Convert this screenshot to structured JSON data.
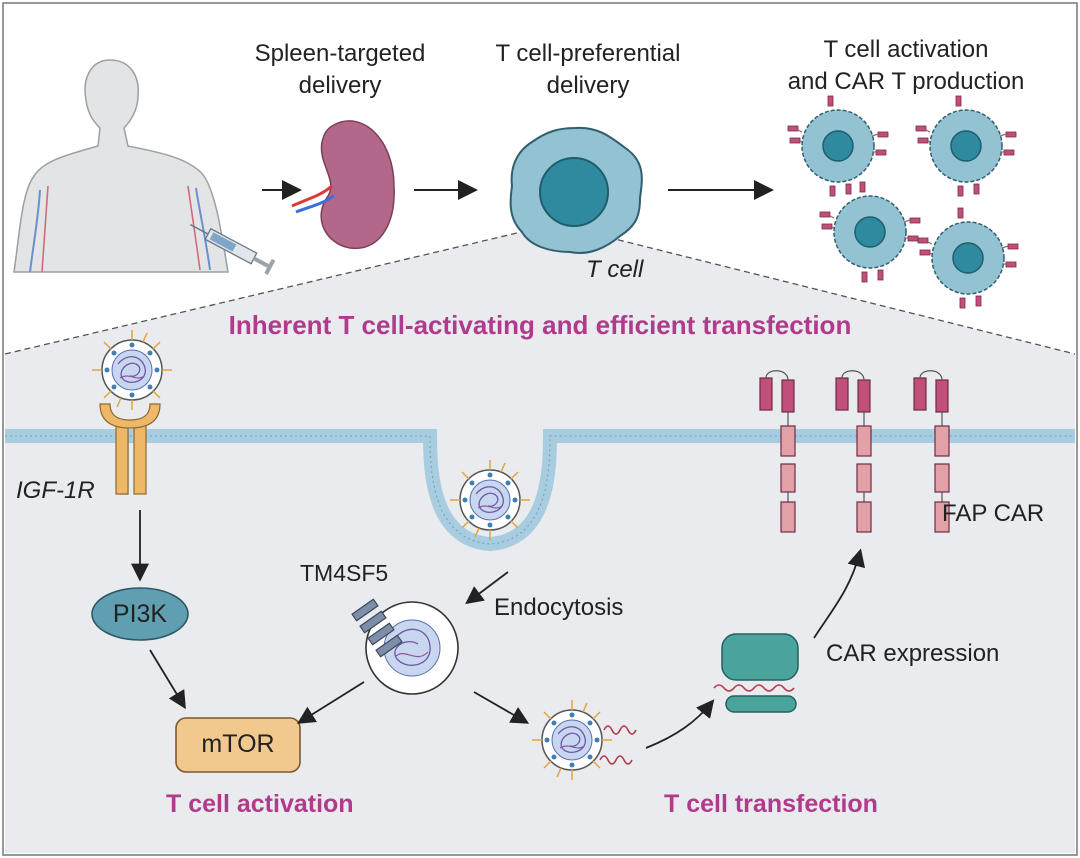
{
  "top_steps": {
    "spleen_line1": "Spleen-targeted",
    "spleen_line2": "delivery",
    "tcell_line1": "T cell-preferential",
    "tcell_line2": "delivery",
    "car_line1": "T cell activation",
    "car_line2": "and CAR T production",
    "tcell_label": "T cell"
  },
  "banner": "Inherent T cell-activating and efficient transfection",
  "mechanism": {
    "receptor": "IGF-1R",
    "pi3k": "PI3K",
    "mtor": "mTOR",
    "tm4sf5": "TM4SF5",
    "endocytosis": "Endocytosis",
    "car_expression": "CAR expression",
    "fap_car": "FAP CAR",
    "activation_title": "T cell activation",
    "transfection_title": "T cell transfection"
  },
  "colors": {
    "panel_bg": "#e9ebee",
    "membrane": "#a8cde0",
    "cell_body": "#93c3d3",
    "nucleus": "#2f8a9f",
    "spleen": "#b36889",
    "pi3k_fill": "#5f9fb1",
    "mtor_fill": "#f1c98f",
    "receptor_fill": "#efb868",
    "car_dark": "#c24f7b",
    "car_light": "#e2a1a7",
    "ribosome": "#4ba39d",
    "title_pink": "#b13a8c"
  }
}
